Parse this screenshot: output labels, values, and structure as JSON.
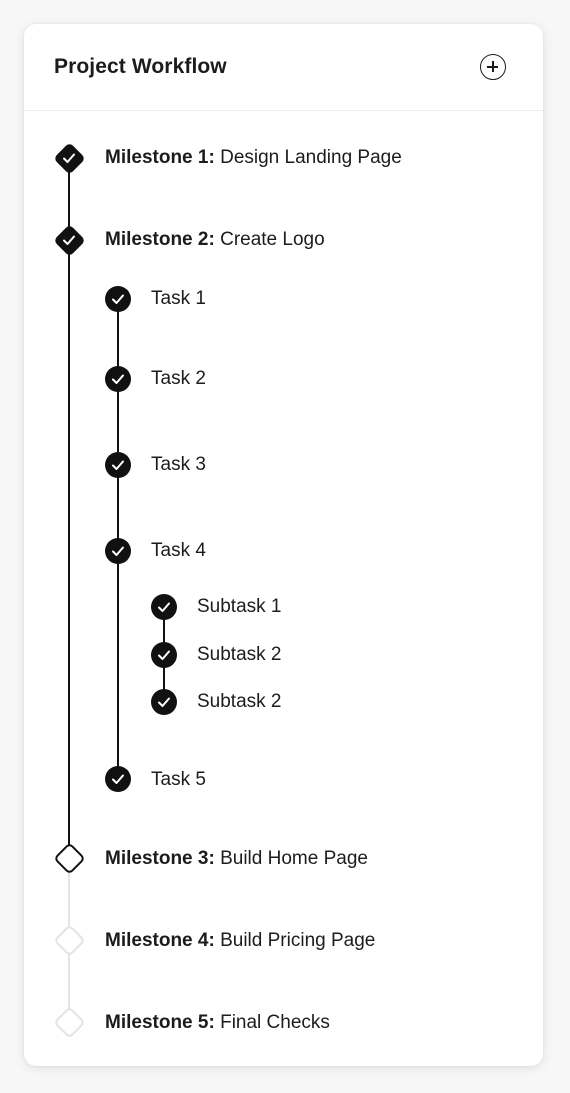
{
  "header": {
    "title": "Project Workflow",
    "add_icon": "plus-circle-icon"
  },
  "milestones": [
    {
      "prefix": "Milestone 1:",
      "name": "Design Landing Page",
      "status": "done"
    },
    {
      "prefix": "Milestone 2:",
      "name": "Create Logo",
      "status": "done"
    },
    {
      "prefix": "Milestone 3:",
      "name": "Build Home Page",
      "status": "current"
    },
    {
      "prefix": "Milestone 4:",
      "name": "Build Pricing Page",
      "status": "pending"
    },
    {
      "prefix": "Milestone 5:",
      "name": "Final Checks",
      "status": "pending"
    }
  ],
  "tasks": [
    {
      "label": "Task 1",
      "status": "done"
    },
    {
      "label": "Task 2",
      "status": "done"
    },
    {
      "label": "Task 3",
      "status": "done"
    },
    {
      "label": "Task 4",
      "status": "done"
    },
    {
      "label": "Task 5",
      "status": "done"
    }
  ],
  "subtasks": [
    {
      "label": "Subtask 1",
      "status": "done"
    },
    {
      "label": "Subtask 2",
      "status": "done"
    },
    {
      "label": "Subtask 2",
      "status": "done"
    }
  ],
  "colors": {
    "complete": "#111111",
    "pending": "#e3e3e3",
    "background": "#ffffff"
  }
}
